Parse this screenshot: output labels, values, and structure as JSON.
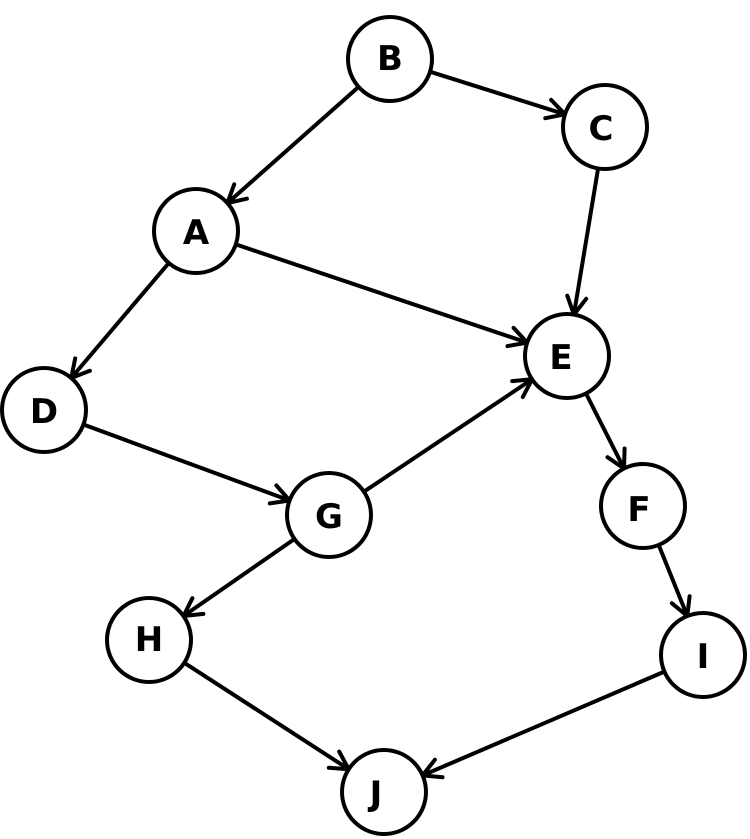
{
  "graph": {
    "directed": true,
    "nodes": [
      {
        "id": "B",
        "label": "B"
      },
      {
        "id": "C",
        "label": "C"
      },
      {
        "id": "A",
        "label": "A"
      },
      {
        "id": "E",
        "label": "E"
      },
      {
        "id": "D",
        "label": "D"
      },
      {
        "id": "G",
        "label": "G"
      },
      {
        "id": "F",
        "label": "F"
      },
      {
        "id": "H",
        "label": "H"
      },
      {
        "id": "I",
        "label": "I"
      },
      {
        "id": "J",
        "label": "J"
      }
    ],
    "edges": [
      {
        "from": "B",
        "to": "C"
      },
      {
        "from": "B",
        "to": "A"
      },
      {
        "from": "C",
        "to": "E"
      },
      {
        "from": "A",
        "to": "E"
      },
      {
        "from": "A",
        "to": "D"
      },
      {
        "from": "D",
        "to": "G"
      },
      {
        "from": "G",
        "to": "E"
      },
      {
        "from": "E",
        "to": "F"
      },
      {
        "from": "G",
        "to": "H"
      },
      {
        "from": "F",
        "to": "I"
      },
      {
        "from": "H",
        "to": "J"
      },
      {
        "from": "I",
        "to": "J"
      }
    ]
  }
}
